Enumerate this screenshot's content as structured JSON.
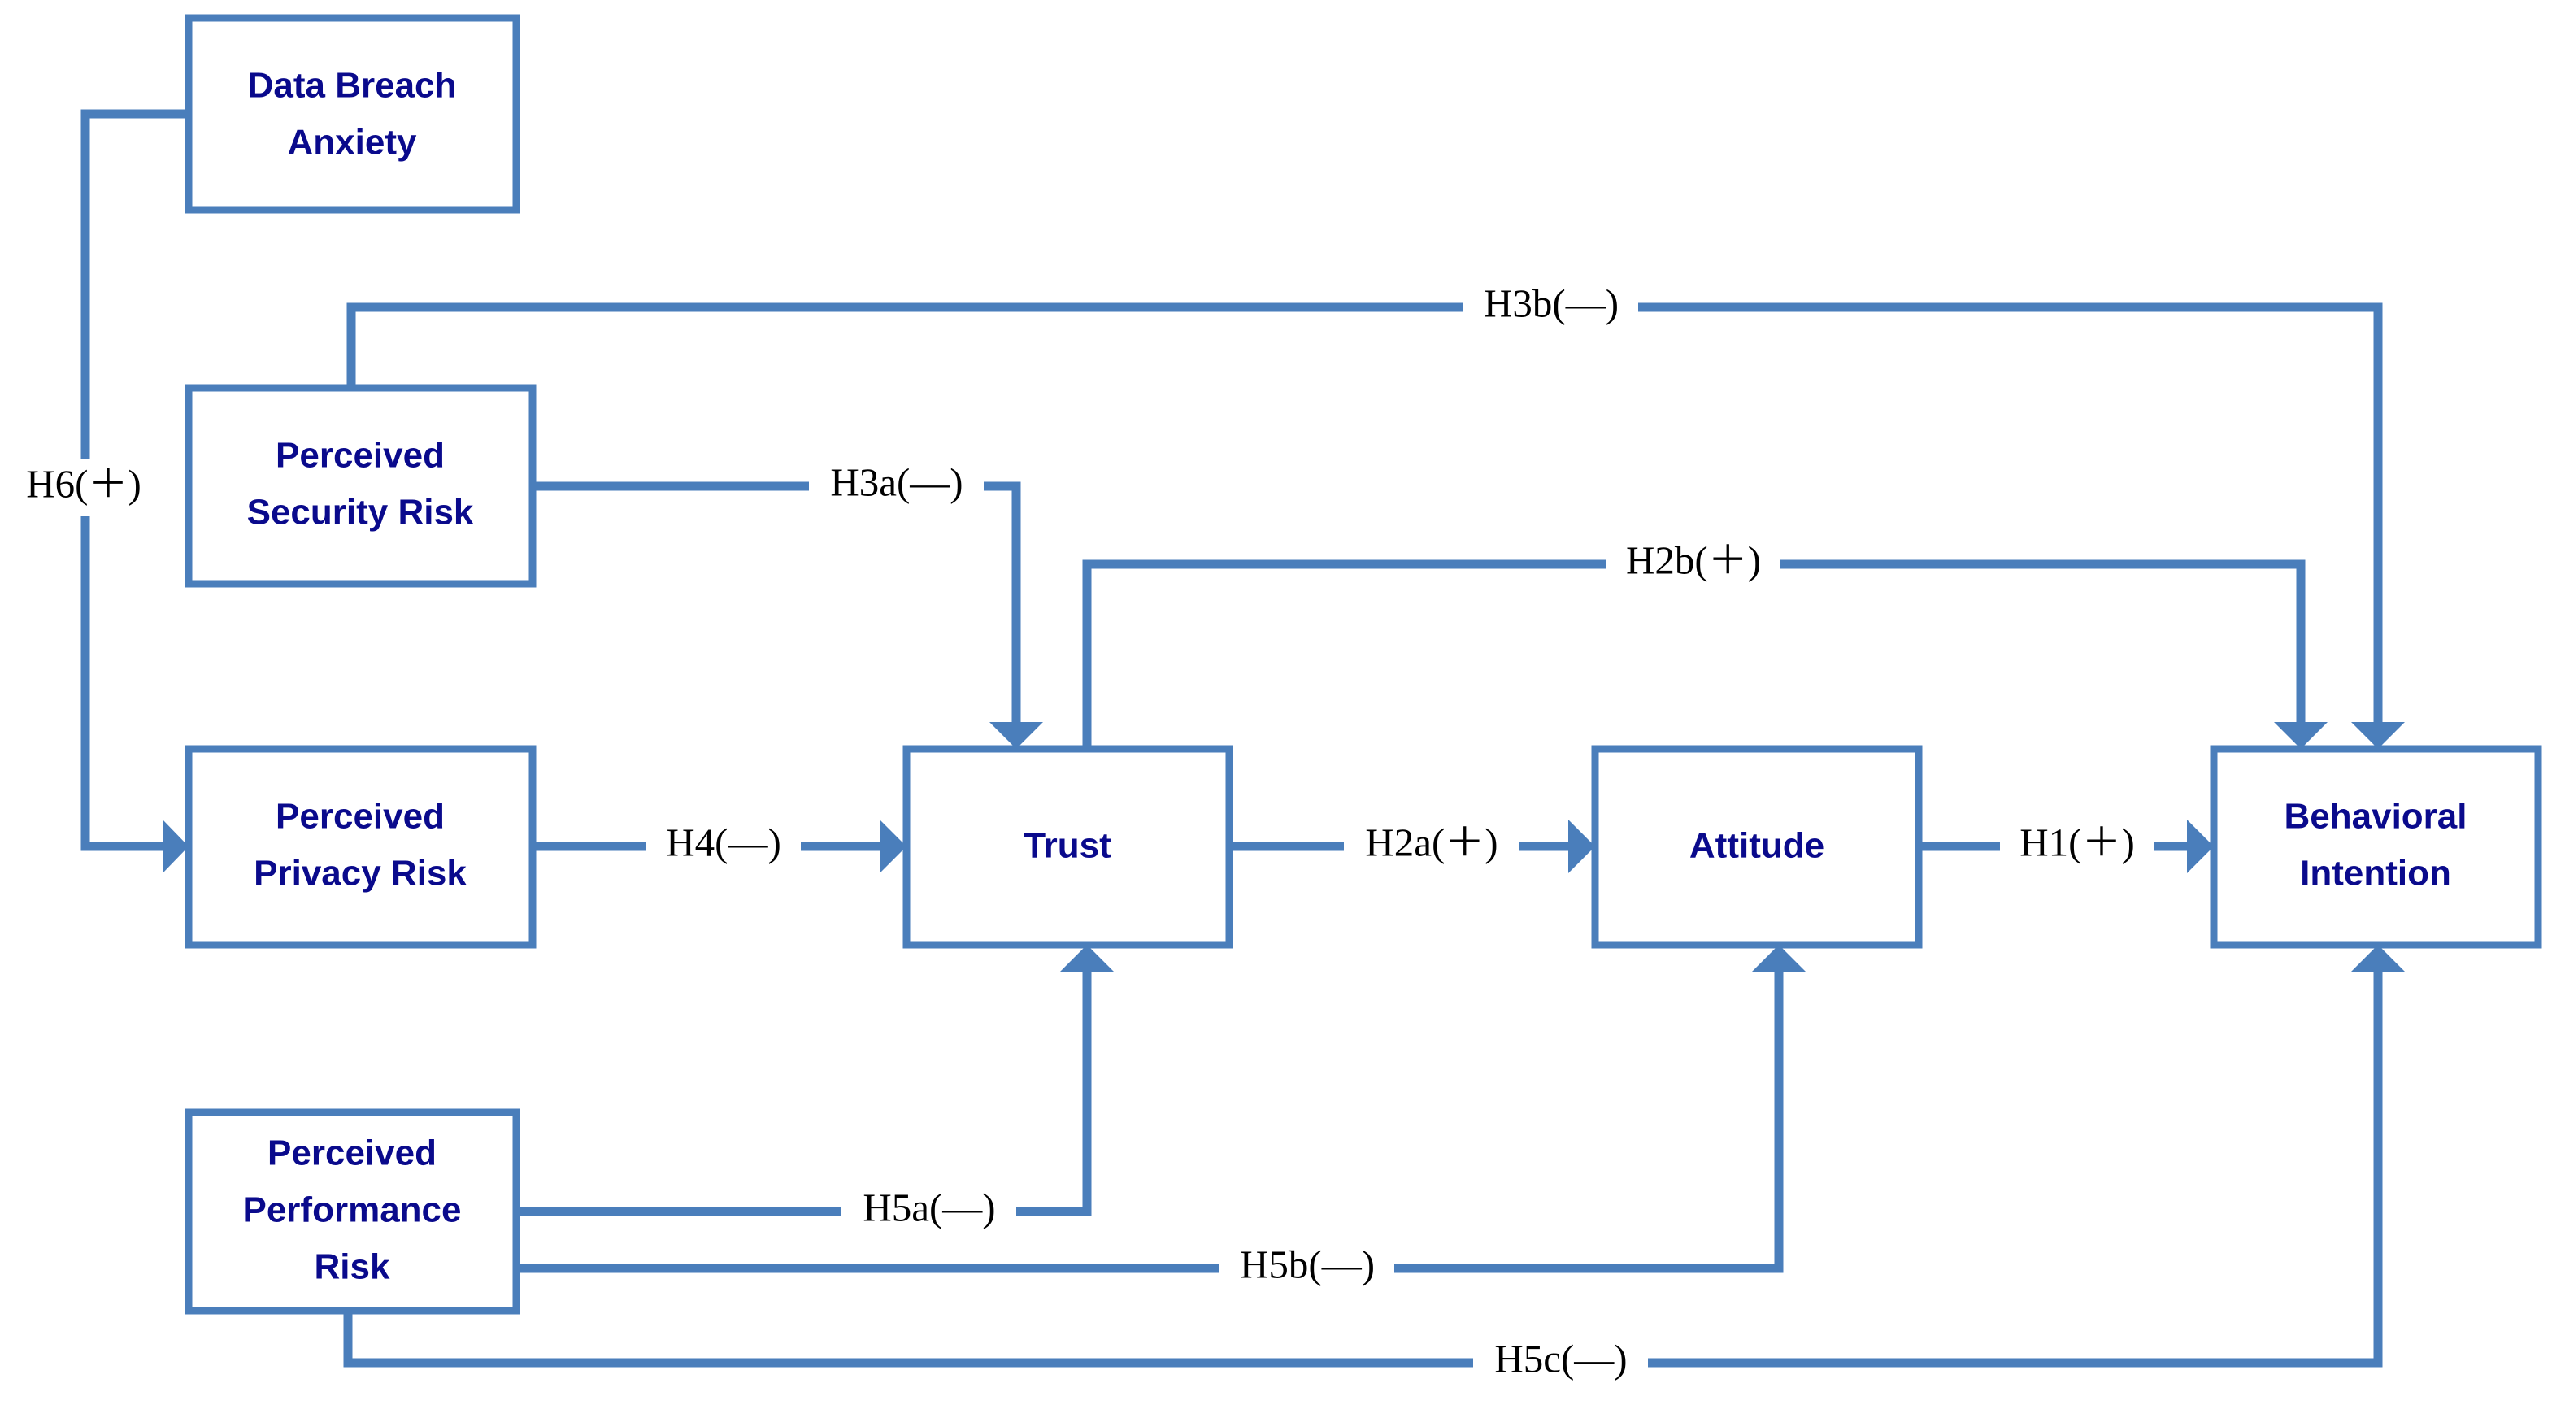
{
  "diagram": {
    "type": "research-model-path-diagram",
    "accent_color": "#4a7ebb",
    "node_text_color": "#0a0a8c",
    "edge_label_color": "#000000",
    "background_color": "#ffffff",
    "nodes": [
      {
        "id": "data_breach_anxiety",
        "label_line1": "Data Breach",
        "label_line2": "Anxiety"
      },
      {
        "id": "perceived_security_risk",
        "label_line1": "Perceived",
        "label_line2": "Security Risk"
      },
      {
        "id": "perceived_privacy_risk",
        "label_line1": "Perceived",
        "label_line2": "Privacy Risk"
      },
      {
        "id": "perceived_performance_risk",
        "label_line1": "Perceived",
        "label_line2": "Performance",
        "label_line3": "Risk"
      },
      {
        "id": "trust",
        "label_line1": "Trust"
      },
      {
        "id": "attitude",
        "label_line1": "Attitude"
      },
      {
        "id": "behavioral_intention",
        "label_line1": "Behavioral",
        "label_line2": "Intention"
      }
    ],
    "edges": [
      {
        "id": "h6",
        "label": "H6(＋)",
        "from": "data_breach_anxiety",
        "to": "perceived_privacy_risk",
        "sign": "+"
      },
      {
        "id": "h3b",
        "label": "H3b(—)",
        "from": "perceived_security_risk",
        "to": "behavioral_intention",
        "sign": "-"
      },
      {
        "id": "h3a",
        "label": "H3a(—)",
        "from": "perceived_security_risk",
        "to": "trust",
        "sign": "-"
      },
      {
        "id": "h2b",
        "label": "H2b(＋)",
        "from": "trust",
        "to": "behavioral_intention",
        "sign": "+"
      },
      {
        "id": "h4",
        "label": "H4(—)",
        "from": "perceived_privacy_risk",
        "to": "trust",
        "sign": "-"
      },
      {
        "id": "h2a",
        "label": "H2a(＋)",
        "from": "trust",
        "to": "attitude",
        "sign": "+"
      },
      {
        "id": "h1",
        "label": "H1(＋)",
        "from": "attitude",
        "to": "behavioral_intention",
        "sign": "+"
      },
      {
        "id": "h5a",
        "label": "H5a(—)",
        "from": "perceived_performance_risk",
        "to": "trust",
        "sign": "-"
      },
      {
        "id": "h5b",
        "label": "H5b(—)",
        "from": "perceived_performance_risk",
        "to": "attitude",
        "sign": "-"
      },
      {
        "id": "h5c",
        "label": "H5c(—)",
        "from": "perceived_performance_risk",
        "to": "behavioral_intention",
        "sign": "-"
      }
    ]
  }
}
